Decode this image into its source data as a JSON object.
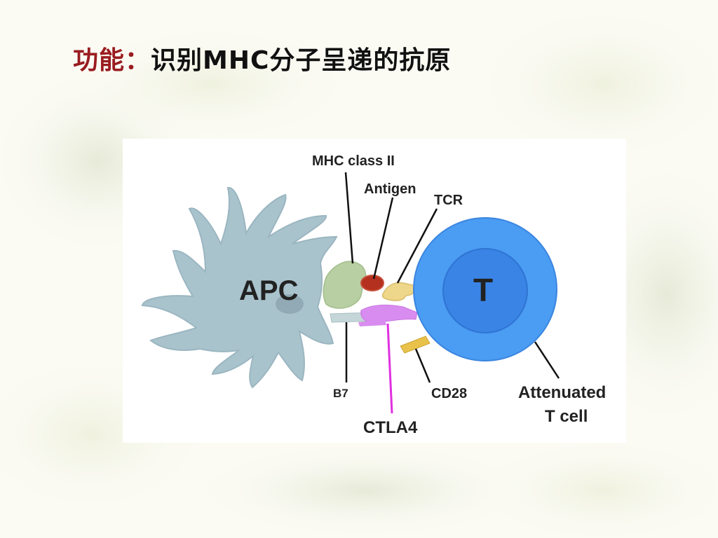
{
  "slide": {
    "title_lead": "功能：",
    "title_body": "识别MHC分子呈递的抗原"
  },
  "diagram": {
    "labels": {
      "mhc_class_ii": "MHC class II",
      "antigen": "Antigen",
      "tcr": "TCR",
      "apc": "APC",
      "t": "T",
      "b7": "B7",
      "cd28": "CD28",
      "ctla4": "CTLA4",
      "attenuated_line1": "Attenuated",
      "attenuated_line2": "T cell"
    },
    "colors": {
      "apc_body": "#a9c3cd",
      "apc_nucleus": "#8aa2ac",
      "mhc": "#b7cfa2",
      "antigen": "#b4301f",
      "tcr": "#eed68a",
      "ctla4": "#d98cf0",
      "ctla4_label": "#e030e0",
      "cd28": "#e8c24a",
      "t_cell": "#4b9cf3",
      "t_nucleus": "#3a84e6",
      "b7_label": "#0b3f86",
      "title_lead": "#9a1c20"
    }
  }
}
